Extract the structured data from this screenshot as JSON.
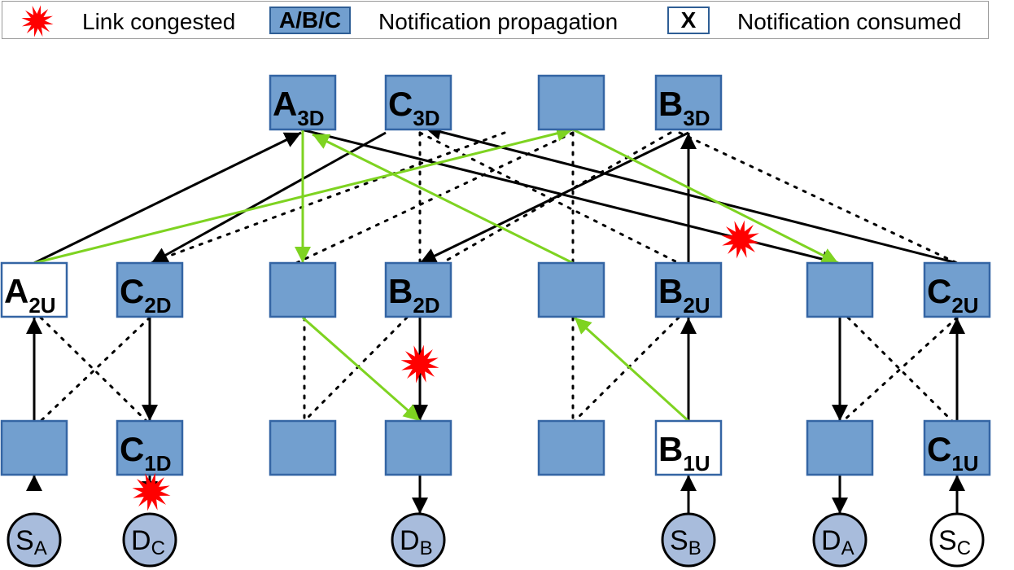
{
  "legend": {
    "congested_label": "Link congested",
    "propagation_box": "A/B/C",
    "propagation_label": "Notification propagation",
    "consumed_box": "X",
    "consumed_label": "Notification consumed"
  },
  "colors": {
    "switch_fill": "#729fcf",
    "switch_border": "#3465a4",
    "consumed_fill": "#ffffff",
    "propagation_arrow": "#7ed321",
    "link_black": "#000000",
    "congestion_star": "#ff0000"
  },
  "switches": [
    {
      "id": "t1",
      "main": "A",
      "sub": "3D",
      "consumed": false
    },
    {
      "id": "t2",
      "main": "C",
      "sub": "3D",
      "consumed": false
    },
    {
      "id": "t3",
      "main": "",
      "sub": "",
      "consumed": false
    },
    {
      "id": "t4",
      "main": "B",
      "sub": "3D",
      "consumed": false
    },
    {
      "id": "m1",
      "main": "A",
      "sub": "2U",
      "consumed": true
    },
    {
      "id": "m2",
      "main": "C",
      "sub": "2D",
      "consumed": false
    },
    {
      "id": "m3",
      "main": "",
      "sub": "",
      "consumed": false
    },
    {
      "id": "m4",
      "main": "B",
      "sub": "2D",
      "consumed": false
    },
    {
      "id": "m5",
      "main": "",
      "sub": "",
      "consumed": false
    },
    {
      "id": "m6",
      "main": "B",
      "sub": "2U",
      "consumed": false
    },
    {
      "id": "m7",
      "main": "",
      "sub": "",
      "consumed": false
    },
    {
      "id": "m8",
      "main": "C",
      "sub": "2U",
      "consumed": false
    },
    {
      "id": "b1",
      "main": "",
      "sub": "",
      "consumed": false
    },
    {
      "id": "b2",
      "main": "C",
      "sub": "1D",
      "consumed": false
    },
    {
      "id": "b3",
      "main": "",
      "sub": "",
      "consumed": false
    },
    {
      "id": "b4",
      "main": "",
      "sub": "",
      "consumed": false
    },
    {
      "id": "b5",
      "main": "",
      "sub": "",
      "consumed": false
    },
    {
      "id": "b6",
      "main": "B",
      "sub": "1U",
      "consumed": true
    },
    {
      "id": "b7",
      "main": "",
      "sub": "",
      "consumed": false
    },
    {
      "id": "b8",
      "main": "C",
      "sub": "1U",
      "consumed": false
    }
  ],
  "endpoints": [
    {
      "id": "e1",
      "main": "S",
      "sub": "A",
      "consumed": false
    },
    {
      "id": "e2",
      "main": "D",
      "sub": "C",
      "consumed": false
    },
    {
      "id": "e3",
      "main": "D",
      "sub": "B",
      "consumed": false
    },
    {
      "id": "e4",
      "main": "S",
      "sub": "B",
      "consumed": false
    },
    {
      "id": "e5",
      "main": "D",
      "sub": "A",
      "consumed": false
    },
    {
      "id": "e6",
      "main": "S",
      "sub": "C",
      "consumed": true
    }
  ]
}
